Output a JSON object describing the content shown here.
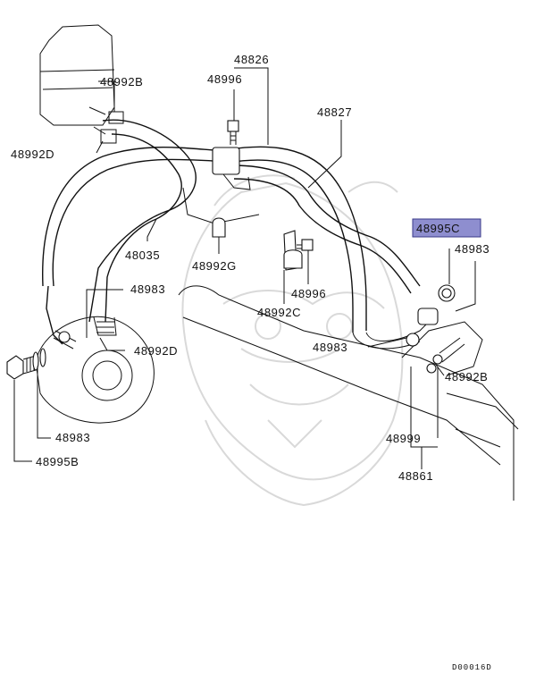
{
  "parts": {
    "p48826": "48826",
    "p48996_top": "48996",
    "p48827": "48827",
    "p48992B_top": "48992B",
    "p48992D_left": "48992D",
    "p48035": "48035",
    "p48992G": "48992G",
    "p48996_mid": "48996",
    "p48992C": "48992C",
    "p48995C": "48995C",
    "p48983_right": "48983",
    "p48983_mid": "48983",
    "p48983_center": "48983",
    "p48992D_mid": "48992D",
    "p48992B_right": "48992B",
    "p48983_bottom": "48983",
    "p48995B": "48995B",
    "p48999": "48999",
    "p48861": "48861"
  },
  "diagram_code": "D00016D",
  "highlight_color": "#8e8ecf",
  "watermark_icon": "samurai-helmet-watermark-icon"
}
